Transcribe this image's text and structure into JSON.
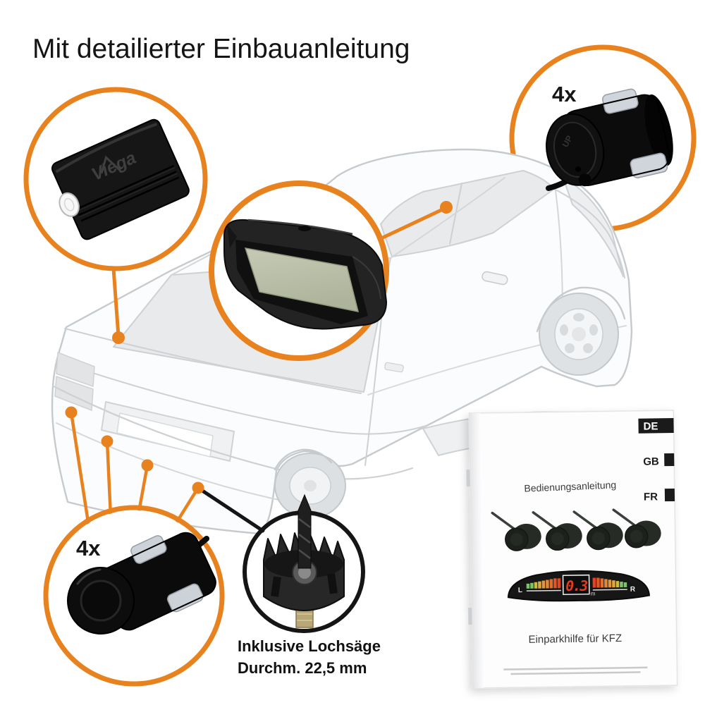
{
  "title": "Mit detailierter Einbauanleitung",
  "accent_color": "#E8821E",
  "callouts": {
    "control_box": {
      "logo": "Viega"
    },
    "sensor_top_right": {
      "count": "4x",
      "face_label": "UP"
    },
    "sensor_bottom_left": {
      "count": "4x"
    },
    "hole_saw": {
      "caption_line1": "Inklusive Lochsäge",
      "caption_line2": "Durchm. 22,5 mm"
    }
  },
  "manual": {
    "tabs": [
      {
        "label": "DE"
      },
      {
        "label": "GB"
      },
      {
        "label": "FR"
      }
    ],
    "title": "Bedienungsanleitung",
    "product_line": "Einparkhilfe für KFZ",
    "display": {
      "value": "0.3",
      "unit": "m",
      "left": "L",
      "right": "R"
    }
  }
}
